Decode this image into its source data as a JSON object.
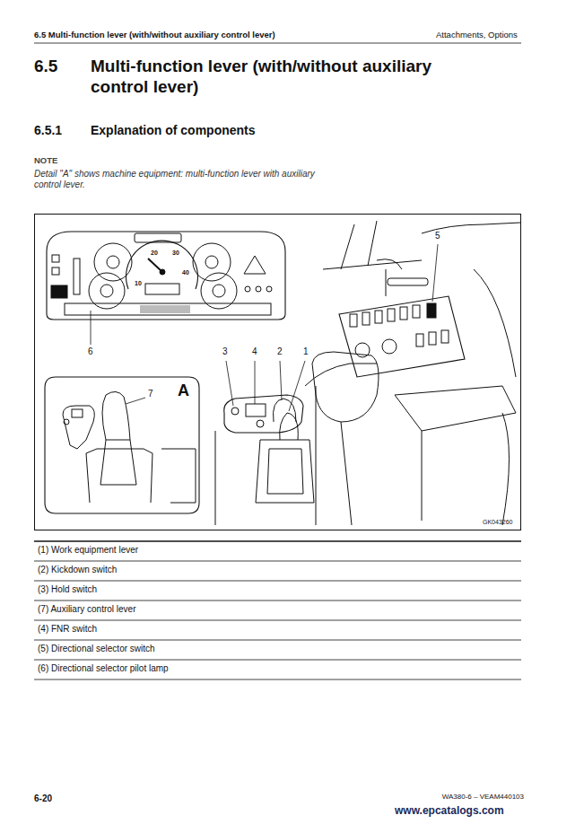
{
  "diagram": {
    "title": "Multi-function lever (with/without auxiliary control lever)",
    "labels": [
      "6.5 Multi-function lever (with/without auxiliary control lever)",
      "Attachments, Options",
      "6.5",
      "6.5.1",
      "Explanation of components",
      "NOTE",
      "Detail \"A\" shows machine equipment: multi-function lever with auxiliary control lever.",
      "5",
      "6",
      "3",
      "4",
      "2",
      "1",
      "7",
      "A",
      "GK043260",
      "(1) Work equipment lever",
      "(2) Kickdown switch",
      "(3) Hold switch",
      "(7) Auxiliary control lever",
      "(4) FNR switch",
      "(5) Directional selector switch",
      "(6) Directional selector pilot lamp",
      "6-20",
      "WA380-6 – VEAM440103",
      "www.epcatalogs.com",
      "20",
      "30",
      "10",
      "40"
    ]
  }
}
